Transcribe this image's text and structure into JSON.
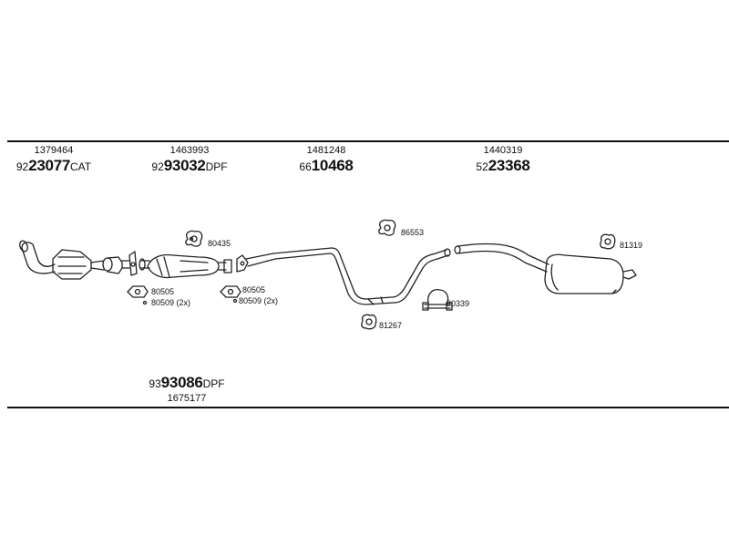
{
  "groups": [
    {
      "part_number": "1379464",
      "code_prefix": "92",
      "code_main": "23077",
      "code_suffix": "CAT"
    },
    {
      "part_number": "1463993",
      "code_prefix": "92",
      "code_main": "93032",
      "code_suffix": "DPF"
    },
    {
      "part_number": "1481248",
      "code_prefix": "66",
      "code_main": "10468",
      "code_suffix": ""
    },
    {
      "part_number": "1440319",
      "code_prefix": "52",
      "code_main": "23368",
      "code_suffix": ""
    }
  ],
  "bottom_group": {
    "part_number": "1675177",
    "code_prefix": "93",
    "code_main": "93086",
    "code_suffix": "DPF"
  },
  "callouts": {
    "c80435": "80435",
    "c86553": "86553",
    "c81319": "81319",
    "c80505a": "80505",
    "c80509a": "80509 (2x)",
    "c80505b": "80505",
    "c80509b": "80509 (2x)",
    "c80339": "80339",
    "c81267": "81267"
  }
}
